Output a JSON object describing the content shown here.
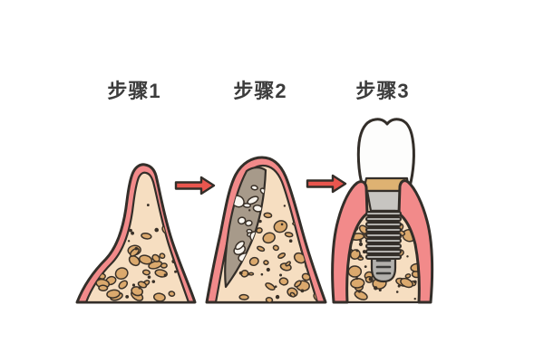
{
  "steps": [
    {
      "label": "步骤1"
    },
    {
      "label": "步骤2"
    },
    {
      "label": "步骤3"
    }
  ],
  "icons": {
    "arrow_between_steps": "block-arrow-right"
  },
  "colors": {
    "label": "#3c3c3c",
    "ink": "#332e29",
    "ink2": "#3a3128",
    "gum": "#f28a8a",
    "bone": "#f6dec1",
    "blob": "#dba96d",
    "graft": "#a79a8a",
    "particle": "#f8f5ef",
    "crown": "#fdfdfc",
    "collar": "#deb272",
    "abutment": "#c7c5c1",
    "screw": "#b2b0ac",
    "arrow": "#e9564e",
    "background": "#ffffff"
  }
}
